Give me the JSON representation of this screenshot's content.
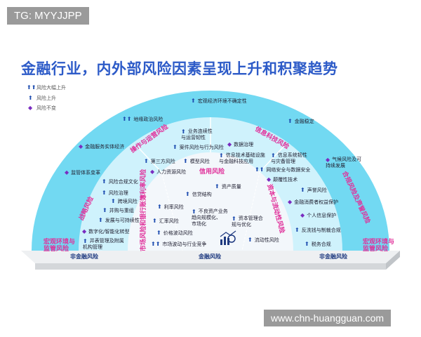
{
  "watermark_top": "TG: MYYJJPP",
  "watermark_bottom": "www.chn-huangguan.com",
  "title": "金融行业，内外部风险因素呈现上升和积聚趋势",
  "legend": [
    {
      "marker": "double-up-arrow",
      "label": "风险大幅上升"
    },
    {
      "marker": "up-arrow",
      "label": "风险上升"
    },
    {
      "marker": "diamond",
      "label": "风险不变"
    }
  ],
  "colors": {
    "outer_ring": "#72d9f2",
    "middle_ring": "#cff2fc",
    "inner": "#f3f7fb",
    "segment_label": "#e0309a",
    "arrow": "#1e4db0",
    "diamond": "#7a2cc0"
  },
  "segments": {
    "macro_left": "宏观环境与\n监管风险",
    "macro_right": "宏观环境与\n监管风险",
    "operation": "操作与运营风险",
    "it": "信息科技风险",
    "strategy": "战略风险",
    "compliance": "合规风险及声誉风险",
    "credit": "信用风险",
    "market": "市场风险和银行账簿利率风险",
    "capital": "资本与流动性风险"
  },
  "base": {
    "left": "非金融风险",
    "center": "金融风险",
    "right": "非金融风险"
  },
  "items": {
    "macro": [
      "宏观经济环境不确定性",
      "地缘政治风险",
      "金融稳定",
      "金融服务实体经济",
      "监管体系变革",
      "气候风险及可\n持续发展"
    ],
    "operation": [
      "业务连续性\n与运营韧性",
      "案件风险与行为风险",
      "第三方风险",
      "模型风险",
      "人力资源风险"
    ],
    "it": [
      "数据治理",
      "信息技术基础设施\n与金融科技应用",
      "信息系统韧性\n与灾备管理",
      "网络安全与数据安全",
      "颠覆性技术"
    ],
    "strategy": [
      "风险合规文化",
      "风险治理",
      "跨境风险",
      "并购与重组",
      "发展与可持续性",
      "数字化/智能化转型",
      "并表管理及附属\n机构管理"
    ],
    "compliance": [
      "声誉风险",
      "金融消费者权益保护",
      "个人信息保护",
      "反洗钱与制裁合规",
      "税务合规"
    ],
    "credit": [
      "资产质量",
      "信贷结构",
      "不良资产业务\n趋向规模化、\n市场化"
    ],
    "market": [
      "利率风险",
      "汇率风险",
      "价格波动风险",
      "市场波动与行业竞争"
    ],
    "capital": [
      "资本管理合\n规与优化",
      "流动性风险"
    ]
  }
}
